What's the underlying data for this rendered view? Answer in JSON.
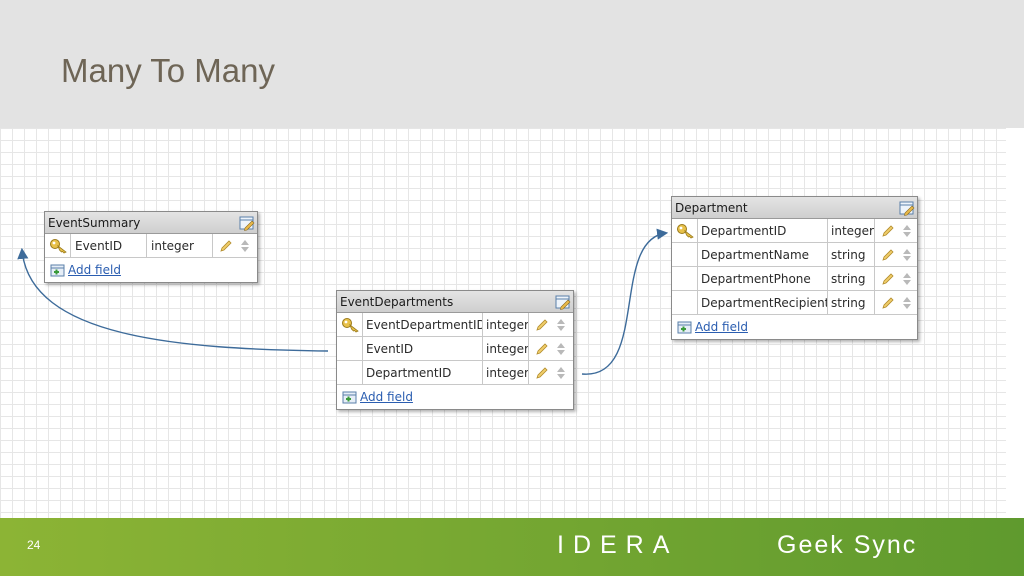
{
  "slide": {
    "title": "Many To Many",
    "page_number": "24"
  },
  "footer": {
    "brand": "IDERA",
    "brand_sub": "Geek Sync",
    "colors": {
      "left": "#8cb435",
      "right": "#5f9a2e"
    }
  },
  "tables": {
    "event_summary": {
      "name": "EventSummary",
      "fields": [
        {
          "name": "EventID",
          "type": "integer",
          "key": true
        }
      ],
      "add_label": "Add field"
    },
    "event_departments": {
      "name": "EventDepartments",
      "fields": [
        {
          "name": "EventDepartmentID",
          "type": "integer",
          "key": true
        },
        {
          "name": "EventID",
          "type": "integer",
          "key": false
        },
        {
          "name": "DepartmentID",
          "type": "integer",
          "key": false
        }
      ],
      "add_label": "Add field"
    },
    "department": {
      "name": "Department",
      "fields": [
        {
          "name": "DepartmentID",
          "type": "integer",
          "key": true
        },
        {
          "name": "DepartmentName",
          "type": "string",
          "key": false
        },
        {
          "name": "DepartmentPhone",
          "type": "string",
          "key": false
        },
        {
          "name": "DepartmentRecipient",
          "type": "string",
          "key": false
        }
      ],
      "add_label": "Add field"
    }
  },
  "relationships": [
    {
      "from": "EventDepartments.EventID",
      "to": "EventSummary.EventID"
    },
    {
      "from": "EventDepartments.DepartmentID",
      "to": "Department.DepartmentID"
    }
  ],
  "colors": {
    "connector": "#3d6b9a",
    "title_text": "#6e6556",
    "header_band": "#e3e3e3",
    "link": "#2a5db0",
    "key_icon": "#d9b43c"
  },
  "icons": {
    "key": "key-icon",
    "edit": "pencil-icon",
    "reorder": "up-down-arrows-icon",
    "edit_table": "edit-table-icon",
    "add": "add-field-icon"
  }
}
